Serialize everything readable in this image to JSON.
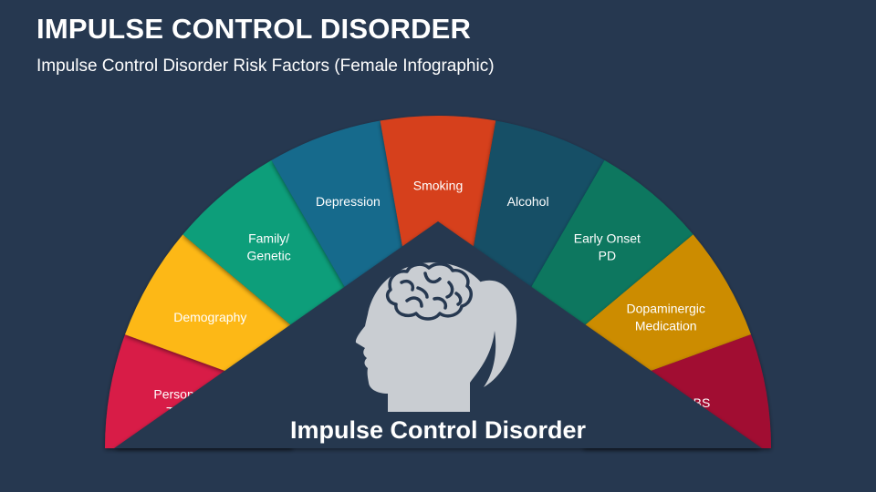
{
  "header": {
    "title": "IMPULSE CONTROL DISORDER",
    "subtitle": "Impulse Control Disorder Risk Factors (Female Infographic)"
  },
  "center": {
    "label": "Impulse Control Disorder",
    "icon": "female-head-brain-icon"
  },
  "segments": [
    {
      "name": "segment-personal-trait",
      "lines": [
        "Personal",
        "Trait"
      ],
      "color": "#D81B47"
    },
    {
      "name": "segment-demography",
      "lines": [
        "Demography"
      ],
      "color": "#FDB813"
    },
    {
      "name": "segment-family-genetic",
      "lines": [
        "Family/",
        "Genetic"
      ],
      "color": "#0A9E7A"
    },
    {
      "name": "segment-depression",
      "lines": [
        "Depression"
      ],
      "color": "#146B8C"
    },
    {
      "name": "segment-smoking",
      "lines": [
        "Smoking"
      ],
      "color": "#D6401C"
    },
    {
      "name": "segment-alcohol",
      "lines": [
        "Alcohol"
      ],
      "color": "#124F66"
    },
    {
      "name": "segment-early-onset-pd",
      "lines": [
        "Early Onset",
        "PD"
      ],
      "color": "#08775E"
    },
    {
      "name": "segment-dopaminergic-medication",
      "lines": [
        "Dopaminergic",
        "Medication"
      ],
      "color": "#CC8C00"
    },
    {
      "name": "segment-dbs",
      "lines": [
        "DBS"
      ],
      "color": "#A10E32"
    }
  ],
  "colors": {
    "background": "#263850",
    "head": "#C9CDD2",
    "brain_outline": "#263850"
  }
}
